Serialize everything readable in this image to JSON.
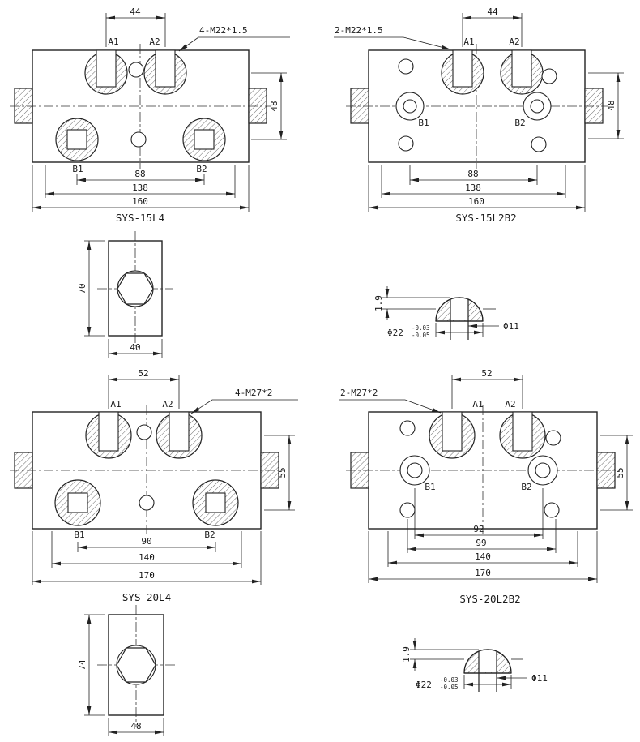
{
  "views": {
    "sys15l4": {
      "title": "SYS-15L4",
      "thread_callout": "4-M22*1.5",
      "ports": {
        "a1": "A1",
        "a2": "A2",
        "b1": "B1",
        "b2": "B2"
      },
      "dims": {
        "port_spacing": "44",
        "row_spacing": "48",
        "b_spacing": "88",
        "bolt_spacing": "138",
        "overall_width": "160"
      }
    },
    "sys15l2b2": {
      "title": "SYS-15L2B2",
      "thread_callout": "2-M22*1.5",
      "ports": {
        "a1": "A1",
        "a2": "A2",
        "b1": "B1",
        "b2": "B2"
      },
      "dims": {
        "port_spacing": "44",
        "row_spacing": "48",
        "b_spacing": "88",
        "bolt_spacing": "138",
        "overall_width": "160"
      }
    },
    "side15": {
      "dims": {
        "height": "70",
        "width": "40"
      }
    },
    "detail15": {
      "dims": {
        "protrusion": "1.9",
        "plug_dia": "Φ22",
        "tol_upper": "-0.03",
        "tol_lower": "-0.05",
        "hole_dia": "Φ11"
      }
    },
    "sys20l4": {
      "title": "SYS-20L4",
      "thread_callout": "4-M27*2",
      "ports": {
        "a1": "A1",
        "a2": "A2",
        "b1": "B1",
        "b2": "B2"
      },
      "dims": {
        "port_spacing": "52",
        "row_spacing": "55",
        "b_spacing": "90",
        "bolt_spacing": "140",
        "overall_width": "170"
      }
    },
    "sys20l2b2": {
      "title": "SYS-20L2B2",
      "thread_callout": "2-M27*2",
      "ports": {
        "a1": "A1",
        "a2": "A2",
        "b1": "B1",
        "b2": "B2"
      },
      "dims": {
        "port_spacing": "52",
        "row_spacing": "55",
        "b_spacing": "92",
        "b_spacing_2": "99",
        "bolt_spacing": "140",
        "overall_width": "170"
      }
    },
    "side20": {
      "dims": {
        "height": "74",
        "width": "48"
      }
    },
    "detail20": {
      "dims": {
        "protrusion": "1.9",
        "plug_dia": "Φ22",
        "tol_upper": "-0.03",
        "tol_lower": "-0.05",
        "hole_dia": "Φ11"
      }
    }
  }
}
